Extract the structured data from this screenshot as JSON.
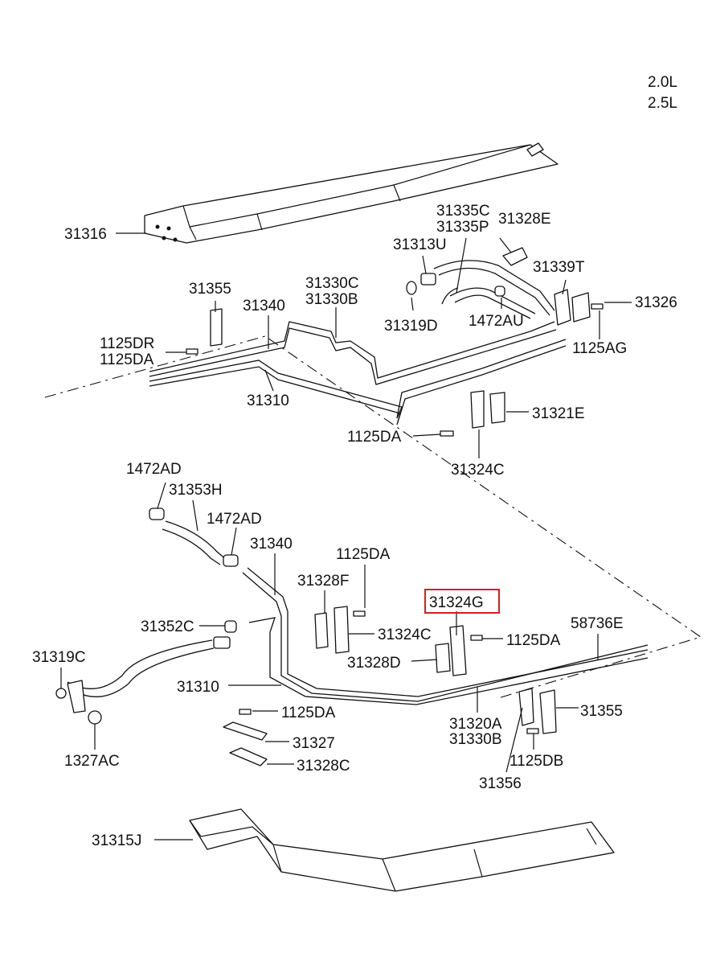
{
  "engine_labels": [
    "2.0L",
    "2.5L"
  ],
  "labels": {
    "31316": "31316",
    "31335C": "31335C",
    "31335P": "31335P",
    "31328E": "31328E",
    "31313U": "31313U",
    "31339T": "31339T",
    "31326": "31326",
    "31355_top": "31355",
    "31330C": "31330C",
    "31330B_top": "31330B",
    "31340_top": "31340",
    "31319D": "31319D",
    "1472AU": "1472AU",
    "1125DR": "1125DR",
    "1125DA_a": "1125DA",
    "1125AG": "1125AG",
    "31310_top": "31310",
    "31321E": "31321E",
    "1125DA_b": "1125DA",
    "31324C_top": "31324C",
    "1472AD_a": "1472AD",
    "31353H": "31353H",
    "1472AD_b": "1472AD",
    "31340_bot": "31340",
    "1125DA_c": "1125DA",
    "31328F": "31328F",
    "31324G": "31324G",
    "31352C": "31352C",
    "31324C_bot": "31324C",
    "1125DA_d": "1125DA",
    "58736E": "58736E",
    "31319C": "31319C",
    "31328D": "31328D",
    "31310_bot": "31310",
    "1125DA_e": "1125DA",
    "31320A": "31320A",
    "31330B_bot": "31330B",
    "31355_bot": "31355",
    "31327": "31327",
    "1125DB": "1125DB",
    "1327AC": "1327AC",
    "31328C": "31328C",
    "31356": "31356",
    "31315J": "31315J"
  },
  "highlight_part": "31324G",
  "colors": {
    "highlight": "#d62020",
    "ink": "#111111"
  }
}
